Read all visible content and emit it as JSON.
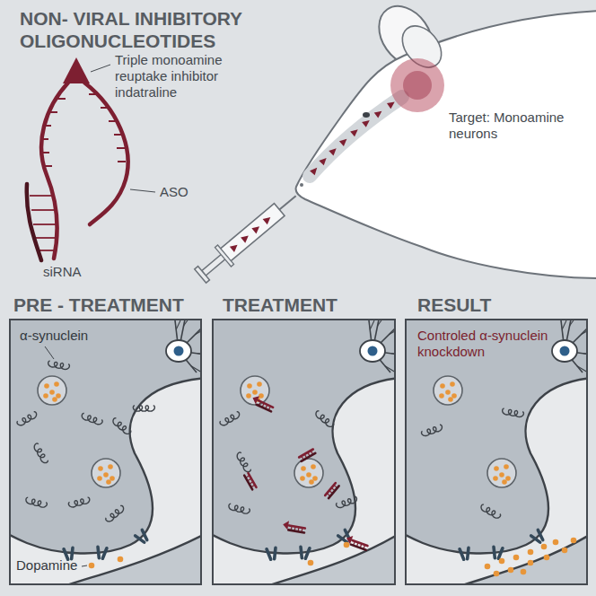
{
  "diagram": {
    "title": "NON- VIRAL INHIBITORY OLIGONUCLEOTIDES",
    "nodes": [
      {
        "text": [
          "PRE - TREATMENT",
          "α-synuclein",
          "Dopamine"
        ]
      },
      {
        "text": [
          "TREATMENT"
        ]
      },
      {
        "text": [
          "RESULT",
          "Controled α-synuclein knockdown"
        ]
      }
    ],
    "labels": [
      "Triple monoamine reuptake inhibitor indatraline",
      "ASO",
      "siRNA",
      "Target: Monoamine neurons"
    ]
  }
}
